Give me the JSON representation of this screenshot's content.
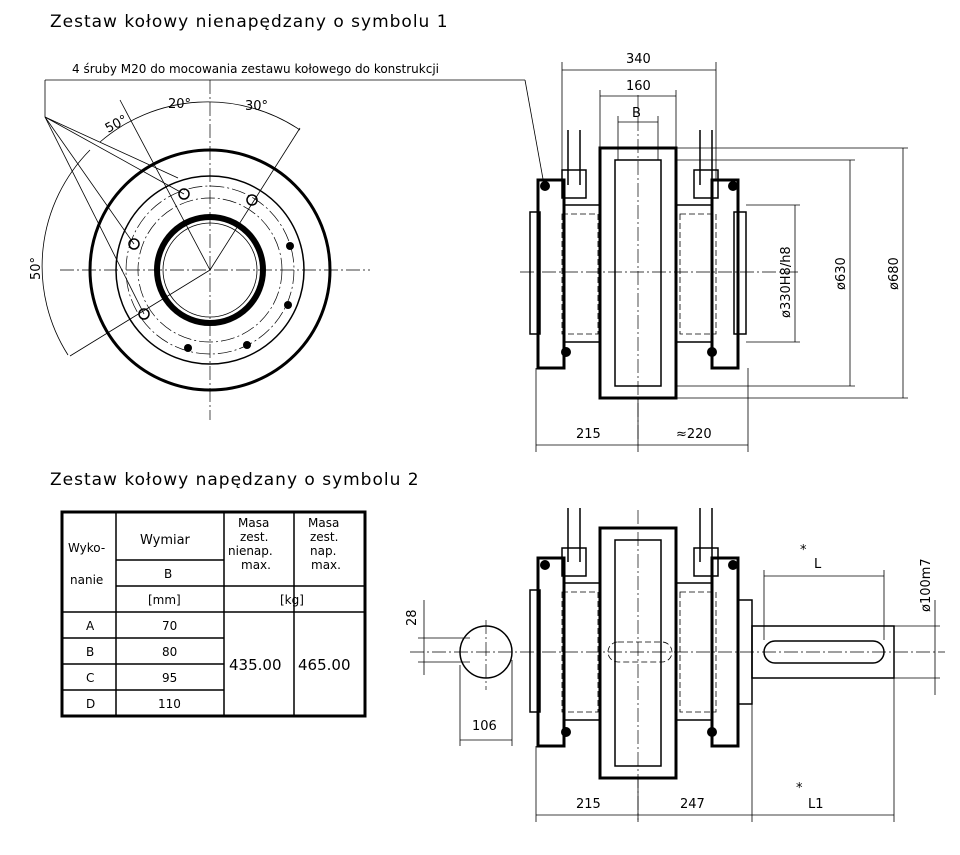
{
  "title_top": "Zestaw kołowy nienapędzany o symbolu 1",
  "title_bottom": "Zestaw kołowy napędzany o symbolu 2",
  "bolt_note": "4 śruby M20 do mocowania zestawu kołowego do konstrukcji",
  "angles": {
    "a1": "20°",
    "a2": "30°",
    "a3": "50°",
    "a4": "50°"
  },
  "dims_top": {
    "w340": "340",
    "w160": "160",
    "wB": "B",
    "d330": "ø330H8/h8",
    "d630": "ø630",
    "d680": "ø680",
    "l215": "215",
    "l220": "≈220"
  },
  "dims_bottom": {
    "l215": "215",
    "l247": "247",
    "L1": "L1",
    "L": "L",
    "star1": "*",
    "star2": "*",
    "d100": "ø100m7",
    "k28": "28",
    "k106": "106"
  },
  "table": {
    "h_wykonanie_1": "Wyko-",
    "h_wykonanie_2": "nanie",
    "h_wymiar": "Wymiar",
    "h_B": "B",
    "h_mm": "[mm]",
    "h_masa1": [
      "Masa",
      "zest.",
      "nienap.",
      "max."
    ],
    "h_masa2": [
      "Masa",
      "zest.",
      "nap.",
      "max."
    ],
    "h_kg": "[kg]",
    "rows": [
      {
        "w": "A",
        "b": "70"
      },
      {
        "w": "B",
        "b": "80"
      },
      {
        "w": "C",
        "b": "95"
      },
      {
        "w": "D",
        "b": "110"
      }
    ],
    "mass1": "435.00",
    "mass2": "465.00"
  }
}
